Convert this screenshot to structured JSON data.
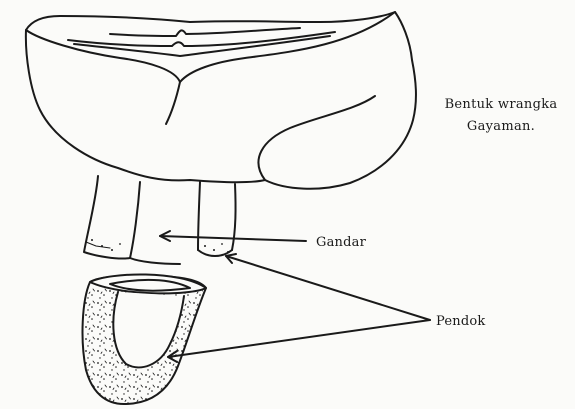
{
  "caption": {
    "line1": "Bentuk wrangka",
    "line2": "Gayaman."
  },
  "labels": {
    "gandar": "Gandar",
    "pendok": "Pendok"
  },
  "colors": {
    "ink": "#1a1a1a",
    "paper": "#fbfbf9"
  }
}
